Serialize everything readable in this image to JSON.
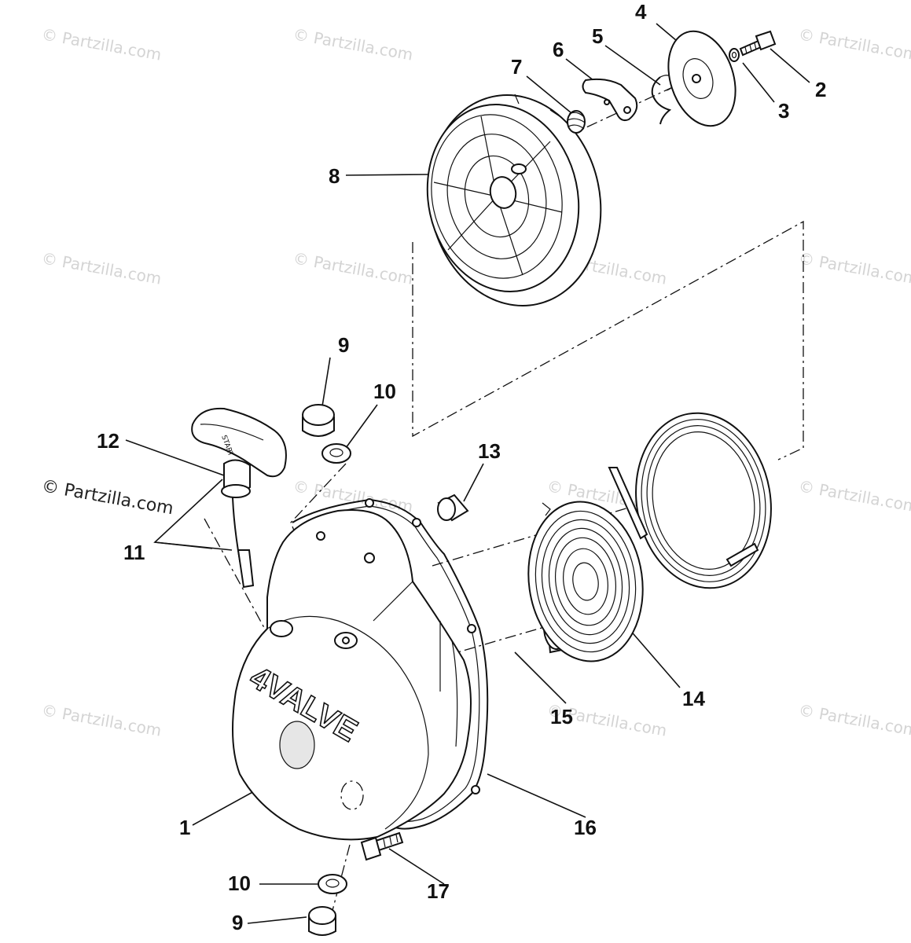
{
  "watermarks": {
    "light": "© Partzilla.com",
    "dark": "© Partzilla.com"
  },
  "cover_logo": "4VALVE",
  "handle_label": "START",
  "callouts": [
    "1",
    "2",
    "3",
    "4",
    "5",
    "6",
    "7",
    "8",
    "9",
    "9",
    "10",
    "10",
    "11",
    "12",
    "13",
    "14",
    "15",
    "16",
    "17"
  ]
}
